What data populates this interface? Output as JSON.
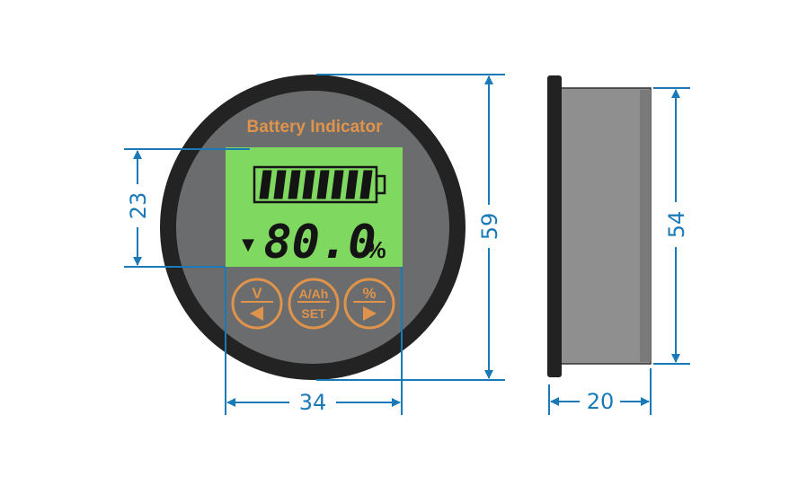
{
  "device": {
    "title": "Battery Indicator",
    "reading_value": "80.0",
    "reading_unit": "%",
    "battery_level_segments": 8,
    "battery_total_segments": 8
  },
  "buttons": [
    {
      "top": "V",
      "bottom_icon": "left-triangle-icon"
    },
    {
      "top": "A/Ah",
      "bottom": "SET"
    },
    {
      "top": "%",
      "bottom_icon": "right-triangle-icon"
    }
  ],
  "dimensions": {
    "display_height": "23",
    "display_width": "34",
    "total_height": "59",
    "side_height": "54",
    "depth": "20"
  },
  "colors": {
    "accent_orange": "#e0934a",
    "lcd_green": "#7fd860",
    "dimension_blue": "#1a7ab8",
    "bezel": "#222222",
    "face_gray": "#6a6c6e",
    "side_gray": "#8f8f8f"
  }
}
